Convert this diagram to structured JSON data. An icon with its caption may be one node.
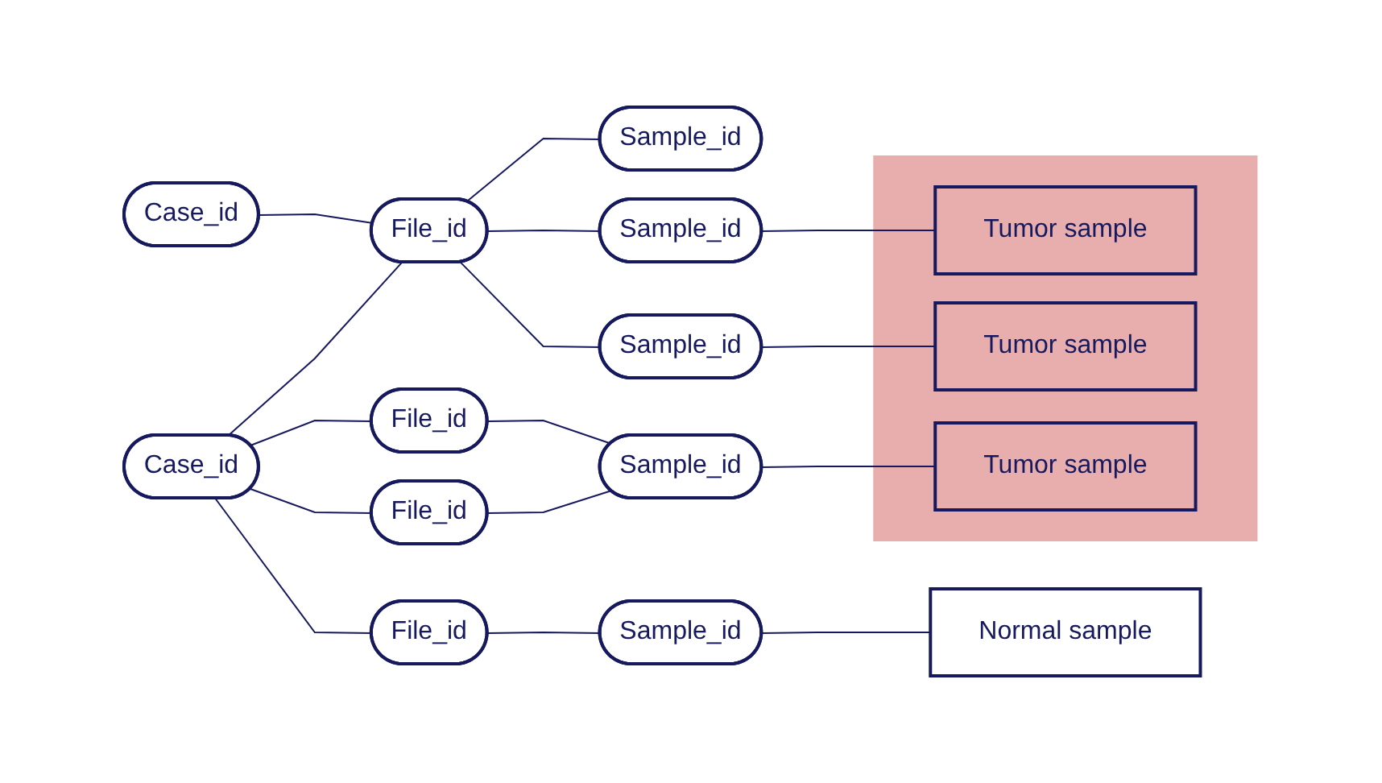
{
  "diagram": {
    "nodes": [
      {
        "text": [
          "Case_id"
        ]
      },
      {
        "text": [
          "Case_id"
        ]
      },
      {
        "text": [
          "File_id"
        ]
      },
      {
        "text": [
          "Sample_id"
        ]
      },
      {
        "text": [
          "Sample_id"
        ]
      },
      {
        "text": [
          "Sample_id"
        ]
      },
      {
        "text": [],
        "shape": "box"
      },
      {
        "text": [
          "Tumor sample"
        ],
        "in": 6
      },
      {
        "text": [
          "Tumor sample"
        ],
        "in": 6
      },
      {
        "text": [
          "File_id"
        ]
      },
      {
        "text": [
          "Sample_id"
        ]
      },
      {
        "text": [
          "Tumor sample"
        ],
        "in": 6
      },
      {
        "text": [
          "File_id"
        ]
      },
      {
        "text": [
          "File_id"
        ]
      },
      {
        "text": [
          "Sample_id"
        ]
      },
      {
        "text": [
          "Normal sample"
        ]
      }
    ],
    "edges": [
      {
        "from": 0,
        "to": 2,
        "arrow": "none"
      },
      {
        "from": 1,
        "to": 2,
        "arrow": "none"
      },
      {
        "from": 1,
        "to": 9,
        "arrow": "none"
      },
      {
        "from": 1,
        "to": 12,
        "arrow": "none"
      },
      {
        "from": 1,
        "to": 13,
        "arrow": "none"
      },
      {
        "from": 2,
        "to": 3,
        "arrow": "none"
      },
      {
        "from": 2,
        "to": 4,
        "arrow": "none"
      },
      {
        "from": 2,
        "to": 5,
        "arrow": "none"
      },
      {
        "from": 4,
        "to": 7,
        "arrow": "none"
      },
      {
        "from": 5,
        "to": 8,
        "arrow": "none"
      },
      {
        "from": 9,
        "to": 10,
        "arrow": "none"
      },
      {
        "from": 12,
        "to": 10,
        "arrow": "none"
      },
      {
        "from": 10,
        "to": 11,
        "arrow": "none"
      },
      {
        "from": 13,
        "to": 14,
        "arrow": "none"
      },
      {
        "from": 14,
        "to": 15,
        "arrow": "none"
      }
    ]
  }
}
